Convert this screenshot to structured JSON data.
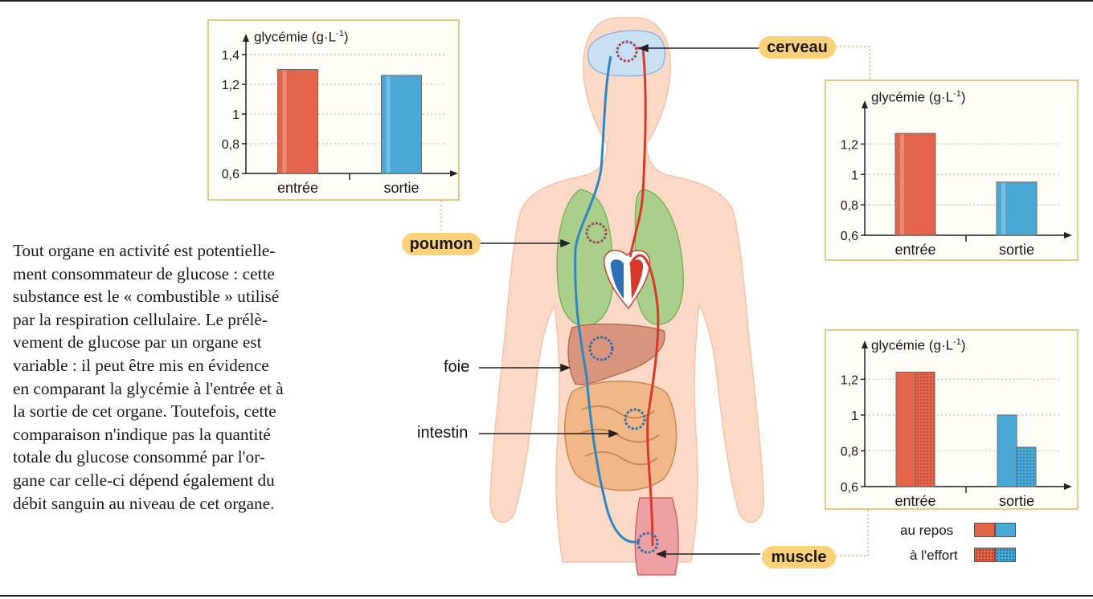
{
  "paragraph_lines": [
    "Tout organe en activité est potentielle-",
    "ment consommateur de glucose : cette",
    "substance est le « combustible » utilisé",
    "par la respiration cellulaire. Le prélè-",
    "vement de glucose par un organe est",
    "variable : il peut être mis en évidence",
    "en comparant la glycémie à l'entrée et à",
    "la sortie de cet organe. Toutefois, cette",
    "comparaison n'indique pas la quantité",
    "totale du glucose consommé par l'or-",
    "gane car celle-ci dépend également du",
    "débit sanguin au niveau de cet organe."
  ],
  "labels": {
    "cerveau": "cerveau",
    "poumon": "poumon",
    "foie": "foie",
    "intestin": "intestin",
    "muscle": "muscle"
  },
  "legend": {
    "repos": "au repos",
    "effort": "à l'effort"
  },
  "colors": {
    "entree": "#e2654b",
    "sortie": "#4aa8d6",
    "frame": "#e8c888",
    "pill": "#fbd27a"
  },
  "chart_data": [
    {
      "id": "poumon",
      "type": "bar",
      "title": "glycémie (g·L",
      "title_exp": "-1",
      "title_close": ")",
      "categories": [
        "entrée",
        "sortie"
      ],
      "values": [
        1.3,
        1.26
      ],
      "ylim": [
        0.6,
        1.4
      ],
      "yticks": [
        "0,6",
        "0,8",
        "1",
        "1,2",
        "1,4"
      ],
      "ytick_values": [
        0.6,
        0.8,
        1.0,
        1.2,
        1.4
      ],
      "grid": true
    },
    {
      "id": "cerveau",
      "type": "bar",
      "title": "glycémie (g·L",
      "title_exp": "-1",
      "title_close": ")",
      "categories": [
        "entrée",
        "sortie"
      ],
      "values": [
        1.27,
        0.95
      ],
      "ylim": [
        0.6,
        1.35
      ],
      "yticks": [
        "0,6",
        "0,8",
        "1",
        "1,2"
      ],
      "ytick_values": [
        0.6,
        0.8,
        1.0,
        1.2
      ],
      "grid": true
    },
    {
      "id": "muscle",
      "type": "bar",
      "title": "glycémie (g·L",
      "title_exp": "-1",
      "title_close": ")",
      "categories": [
        "entrée",
        "sortie"
      ],
      "series": [
        {
          "name": "au repos",
          "values": [
            1.24,
            1.0
          ]
        },
        {
          "name": "à l'effort",
          "values": [
            1.24,
            0.82
          ]
        }
      ],
      "ylim": [
        0.6,
        1.3
      ],
      "yticks": [
        "0,6",
        "0,8",
        "1",
        "1,2"
      ],
      "ytick_values": [
        0.6,
        0.8,
        1.0,
        1.2
      ],
      "grid": true
    }
  ]
}
